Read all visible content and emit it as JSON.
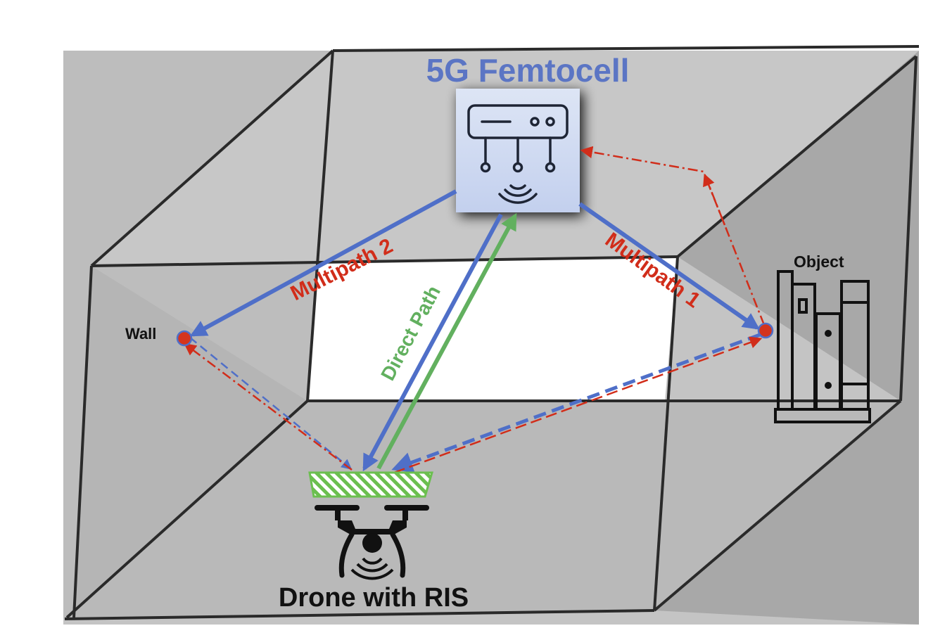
{
  "diagram": {
    "title": "5G Femtocell",
    "labels": {
      "multipath_1": "Multipath 1",
      "multipath_2": "Multipath 2",
      "direct_path": "Direct Path",
      "wall": "Wall",
      "object": "Object",
      "drone": "Drone with RIS"
    },
    "colors": {
      "title_blue": "#5b75c4",
      "path_blue": "#4f6fc8",
      "path_green": "#62b05f",
      "path_red": "#d12d1a",
      "ris_green": "#6bbf4f",
      "room_gray": "#c8c8c8",
      "floor_gray": "#b7b7b7",
      "right_wall_gray": "#a9a9a9",
      "left_wall_gray": "#bebebe",
      "node_red": "#d4341d"
    },
    "icons": [
      "femtocell-router-icon",
      "drone-icon",
      "bookshelf-icon",
      "ris-panel-icon"
    ]
  }
}
